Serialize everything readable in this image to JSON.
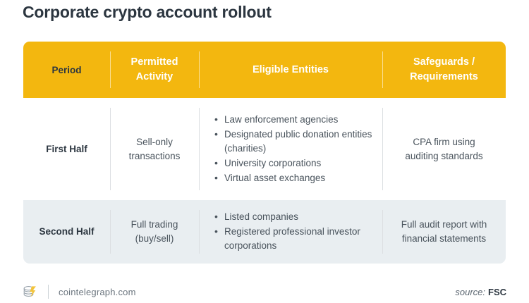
{
  "title": "Corporate crypto account rollout",
  "colors": {
    "header_yellow": "#f3b70f",
    "alt_row_bg": "#e9eef1",
    "title_text": "#2c3640",
    "body_text": "#49535c",
    "divider": "#dcdfe2"
  },
  "table": {
    "headers": {
      "period": "Period",
      "activity": "Permitted\nActivity",
      "activity_line1": "Permitted",
      "activity_line2": "Activity",
      "entities": "Eligible Entities",
      "safeguards_line1": "Safeguards /",
      "safeguards_line2": "Requirements"
    },
    "rows": [
      {
        "period": "First Half",
        "activity_line1": "Sell-only",
        "activity_line2": "transactions",
        "entities": [
          "Law enforcement agencies",
          "Designated public donation entities (charities)",
          "University corporations",
          "Virtual asset exchanges"
        ],
        "safeguards_line1": "CPA firm using",
        "safeguards_line2": "auditing standards"
      },
      {
        "period": "Second Half",
        "activity_line1": "Full trading",
        "activity_line2": "(buy/sell)",
        "entities": [
          "Listed companies",
          "Registered professional investor corporations"
        ],
        "safeguards_line1": "Full audit report with",
        "safeguards_line2": "financial statements"
      }
    ]
  },
  "footer": {
    "logo_icon": "cointelegraph-coins-icon",
    "site": "cointelegraph.com",
    "source_label": "source:",
    "source_value": "FSC"
  }
}
